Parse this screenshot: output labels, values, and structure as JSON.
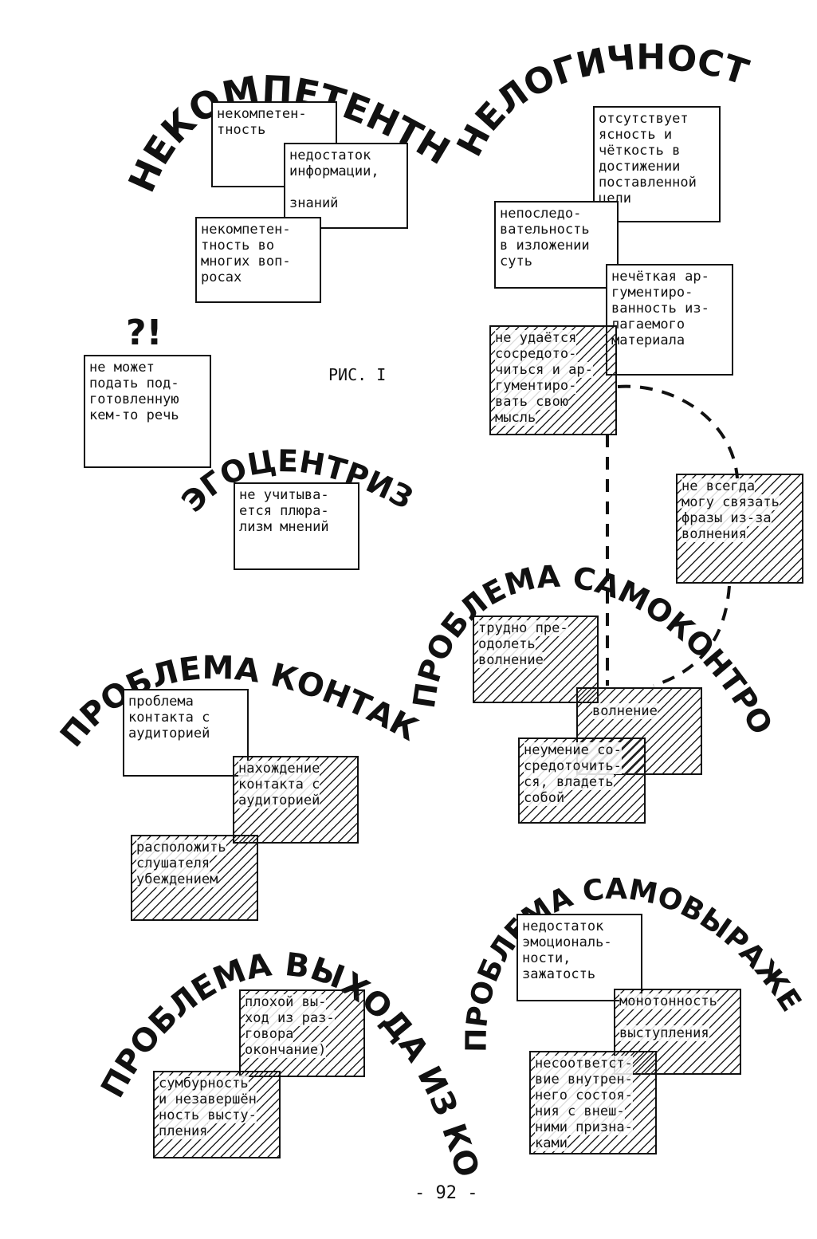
{
  "headings": {
    "nekompetentnost": "НЕКОМПЕТЕНТНОСТЬ",
    "nelogichnost": "НЕЛОГИЧНОСТЬ",
    "egocentrizm": "ЭГОЦЕНТРИЗМ",
    "problema_kontakta": "ПРОБЛЕМА КОНТАКТА",
    "problema_samokontrolya": "ПРОБЛЕМА САМОКОНТРОЛЯ",
    "problema_vyhoda": "ПРОБЛЕМА ВЫХОДА ИЗ КОНТАКТА",
    "problema_samovyrazheniya": "ПРОБЛЕМА САМОВЫРАЖЕНИЯ"
  },
  "marks": {
    "question": "?!"
  },
  "figure_label": "РИС. I",
  "page_number": "- 92 -",
  "boxes": {
    "nek1": "некомпетен-\nтность",
    "nek2": "недостаток\nинформации,\n\nзнаний",
    "nek3": "некомпетен-\nтность во\nмногих воп-\nросах",
    "nel1": "отсутствует\nясность и\nчёткость в\nдостижении\nпоставленной\n    цели",
    "nel2": "непоследо-\nвательность\nв изложении\n суть",
    "nel3": "нечёткая ар-\nгументиро-\nванность из-\n лагаемого\nматериала",
    "nel4": "не удаётся\nсосредото-\nчиться и ар-\nгументиро-\nвать свою\nмысль",
    "q1": "не может\nподать под-\nготовленную\nкем-то речь",
    "ego1": "не учитыва-\nется плюра-\nлизм мнений",
    "sk0": "не всегда\nмогу связать\nфразы из-за\nволнения",
    "sk1": "трудно пре-\nодолеть\nволнение",
    "sk2": "волнение",
    "sk3": "неумение со-\nсредоточить-\nся, владеть\nсобой",
    "k1": "проблема\nконтакта с\nаудиторией",
    "k2": "нахождение\nконтакта с\nаудиторией",
    "k3": "расположить\nслушателя\nубеждением",
    "v1": "плохой вы-\nход из раз-\nговора\nокончание)",
    "v2": "сумбурность\nи незавершён\nность высту-\nпления",
    "s1": "недостаток\nэмоциональ-\nности,\nзажатость",
    "s2": "монотонность\n\nвыступления",
    "s3": "несоответст-\nвие внутрен-\nнего состоя-\nния с внеш-\nними призна-\nками"
  }
}
